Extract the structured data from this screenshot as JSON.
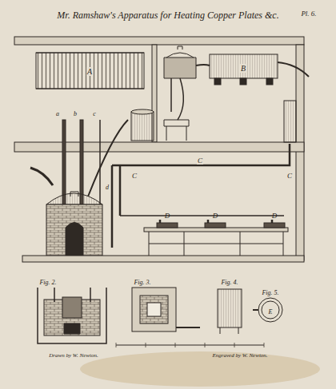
{
  "diagram": {
    "title": "Mr. Ramshaw's Apparatus for Heating Copper Plates &c.",
    "labels": [
      "Pl. 6.",
      "A",
      "B",
      "a",
      "b",
      "c",
      "d",
      "C",
      "C",
      "C",
      "D",
      "D",
      "D",
      "E",
      "Fig. 2.",
      "Fig. 3.",
      "Fig. 4.",
      "Fig. 5.",
      "Drawn by W. Newton.",
      "Engraved by W. Newton."
    ]
  }
}
